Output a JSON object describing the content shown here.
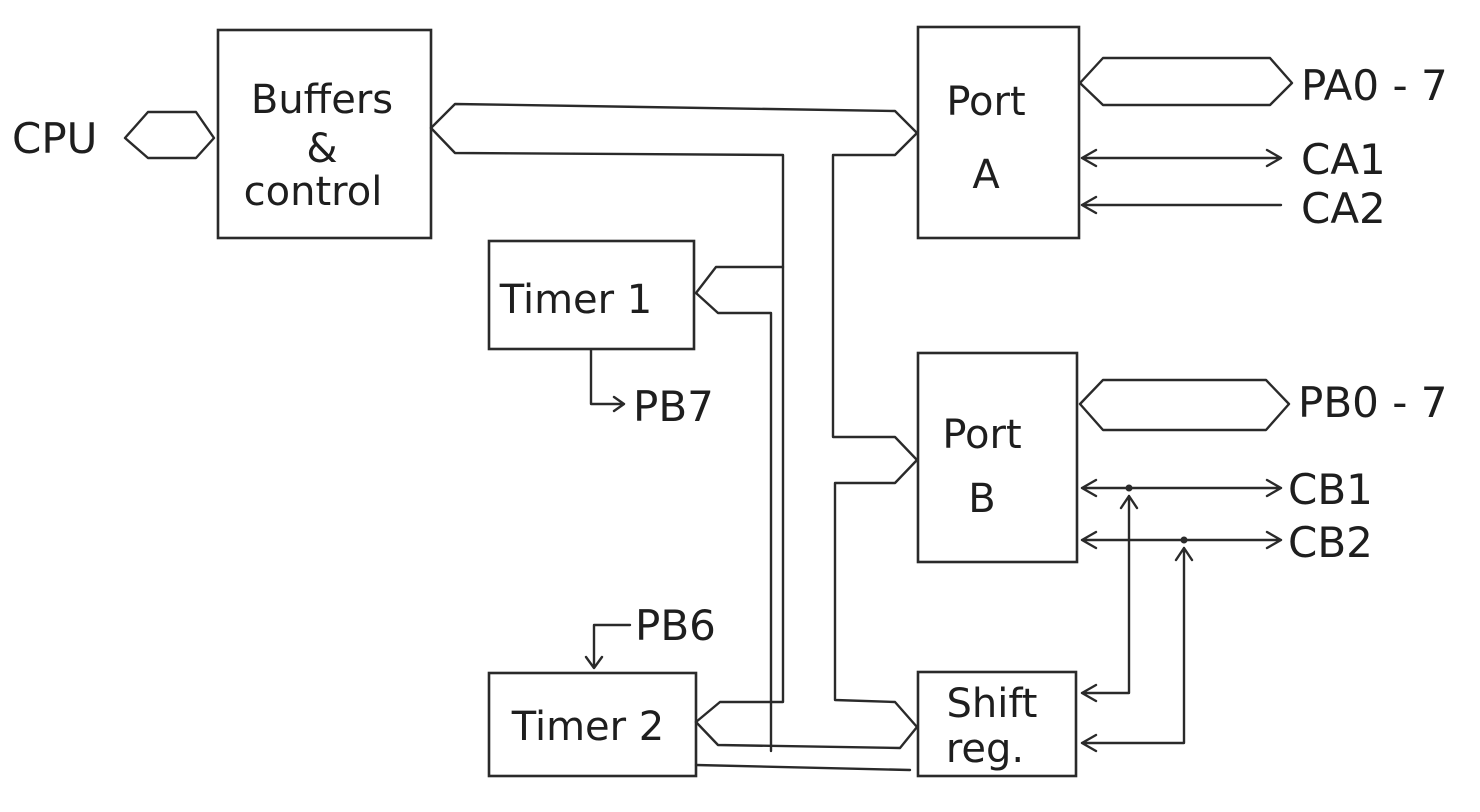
{
  "diagram": {
    "blocks": {
      "buffers": {
        "line1": "Buffers",
        "line2": "&",
        "line3": "control"
      },
      "port_a": {
        "line1": "Port",
        "line2": "A"
      },
      "port_b": {
        "line1": "Port",
        "line2": "B"
      },
      "timer1": {
        "label": "Timer 1"
      },
      "timer2": {
        "label": "Timer 2"
      },
      "shift_reg": {
        "line1": "Shift",
        "line2": "reg."
      }
    },
    "signals": {
      "cpu": "CPU",
      "pa": "PA0 - 7",
      "ca1": "CA1",
      "ca2": "CA2",
      "pb": "PB0 - 7",
      "cb1": "CB1",
      "cb2": "CB2",
      "pb7": "PB7",
      "pb6": "PB6"
    }
  }
}
